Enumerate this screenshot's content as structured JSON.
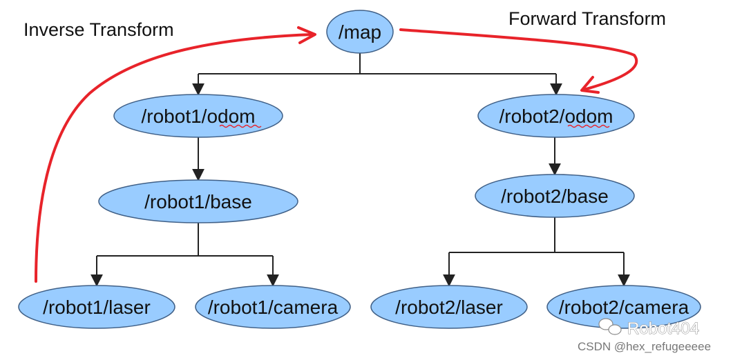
{
  "colors": {
    "node_fill": "#99ccff",
    "node_stroke": "#3f5f86",
    "edge": "#222222",
    "transform_arrow": "#e8232a",
    "squiggle": "#e8232a"
  },
  "nodes": {
    "map": "/map",
    "robot1_odom": "/robot1/odom",
    "robot2_odom": "/robot2/odom",
    "robot1_base": "/robot1/base",
    "robot2_base": "/robot2/base",
    "robot1_laser": "/robot1/laser",
    "robot1_camera": "/robot1/camera",
    "robot2_laser": "/robot2/laser",
    "robot2_camera": "/robot2/camera"
  },
  "annotations": {
    "inverse": "Inverse Transform",
    "forward": "Forward Transform"
  },
  "watermark": {
    "brand": "Robot404",
    "credit": "CSDN @hex_refugeeeee",
    "icon": "wechat-icon"
  }
}
